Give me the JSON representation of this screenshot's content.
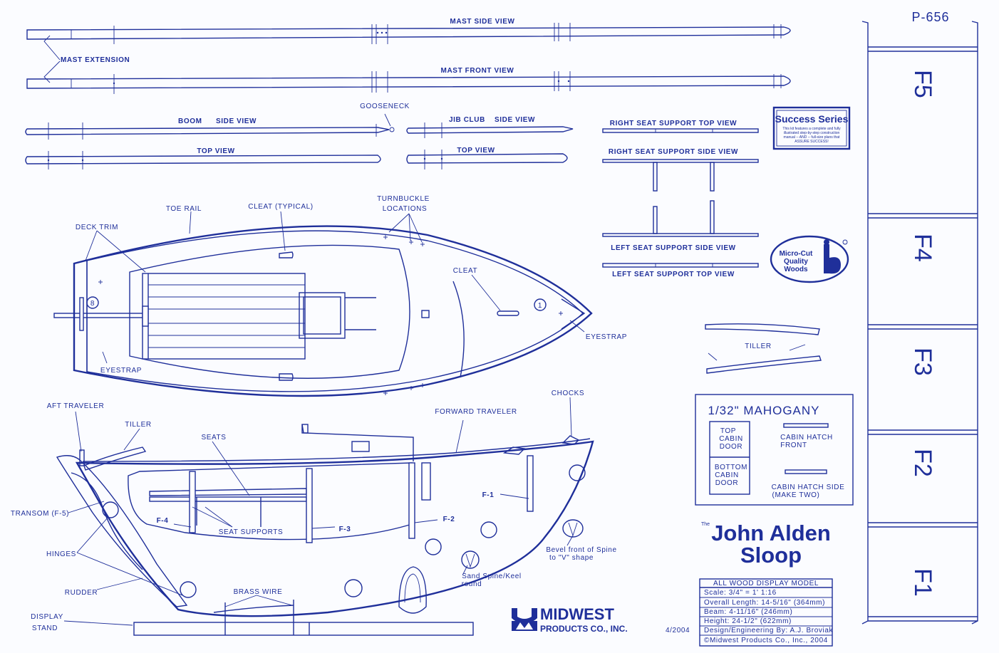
{
  "part_number": "P-656",
  "mast": {
    "side_view": "MAST SIDE VIEW",
    "front_view": "MAST FRONT VIEW",
    "extension": "MAST EXTENSION"
  },
  "boom": {
    "gooseneck": "GOOSENECK",
    "boom": "BOOM",
    "side_view": "SIDE VIEW",
    "top_view": "TOP VIEW"
  },
  "jib": {
    "jib_club": "JIB CLUB",
    "side_view": "SIDE VIEW",
    "top_view": "TOP VIEW"
  },
  "seat_support": {
    "right_top": "RIGHT SEAT SUPPORT TOP VIEW",
    "right_side": "RIGHT SEAT SUPPORT SIDE VIEW",
    "left_side": "LEFT SEAT SUPPORT SIDE VIEW",
    "left_top": "LEFT SEAT SUPPORT TOP VIEW"
  },
  "success_series": {
    "title": "Success Series",
    "lines": [
      "This kit features a complete and fully",
      "illustrated step-by-step construction",
      "manual -- AND -- full-size plans that",
      "ASSURE SUCCESS!"
    ]
  },
  "microcut": {
    "line1": "Micro-Cut",
    "line2": "Quality",
    "line3": "Woods"
  },
  "top_view_labels": {
    "toe_rail": "TOE RAIL",
    "cleat_typical": "CLEAT (TYPICAL)",
    "turnbuckle_1": "TURNBUCKLE",
    "turnbuckle_2": "LOCATIONS",
    "deck_trim": "DECK TRIM",
    "cleat": "CLEAT",
    "eyestrap_aft": "EYESTRAP",
    "eyestrap_fwd": "EYESTRAP",
    "num_8": "8",
    "num_1": "1"
  },
  "tiller_part": "TILLER",
  "mahogany": {
    "title": "1/32\" MAHOGANY",
    "top_door": [
      "TOP",
      "CABIN",
      "DOOR"
    ],
    "bottom_door": [
      "BOTTOM",
      "CABIN",
      "DOOR"
    ],
    "hatch_front": [
      "CABIN HATCH",
      "FRONT"
    ],
    "hatch_side": [
      "CABIN HATCH SIDE",
      "(MAKE TWO)"
    ]
  },
  "side_view_labels": {
    "aft_traveler": "AFT TRAVELER",
    "tiller": "TILLER",
    "seats": "SEATS",
    "forward_traveler": "FORWARD TRAVELER",
    "chocks": "CHOCKS",
    "transom": "TRANSOM (F-5)",
    "hinges": "HINGES",
    "rudder": "RUDDER",
    "display": "DISPLAY",
    "stand": "STAND",
    "brass_wire": "BRASS WIRE",
    "seat_supports": "SEAT SUPPORTS",
    "f1": "F-1",
    "f2": "F-2",
    "f3": "F-3",
    "f4": "F-4",
    "bevel_1": "Bevel front of Spine",
    "bevel_2": "to \"V\" shape",
    "sand_1": "Sand Spine/Keel",
    "sand_2": "round"
  },
  "title": {
    "the": "The",
    "line1": "John Alden",
    "line2": "Sloop"
  },
  "midwest": {
    "line1": "MIDWEST",
    "line2": "PRODUCTS CO., INC."
  },
  "date": "4/2004",
  "specs": {
    "header": "ALL WOOD DISPLAY MODEL",
    "rows": [
      "Scale: 3/4\" = 1'     1:16",
      "Overall Length: 14-5/16\"   (364mm)",
      "Beam: 4-11/16\"     (246mm)",
      "Height: 24-1/2\"    (622mm)",
      "Design/Engineering By: A.J. Broviak",
      "©Midwest Products Co., Inc., 2004"
    ]
  },
  "frames": [
    "F5",
    "F4",
    "F3",
    "F2",
    "F1"
  ],
  "colors": {
    "ink": "#1f2f9a",
    "paper": "#fbfcff"
  }
}
